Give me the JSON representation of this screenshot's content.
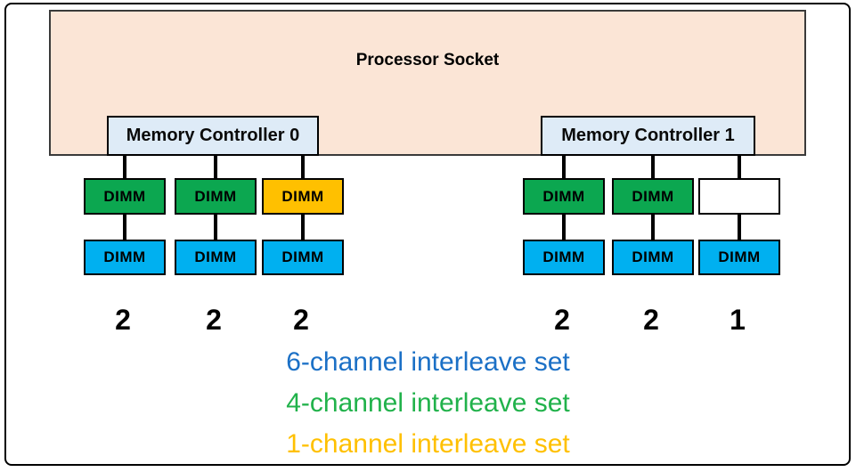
{
  "diagram": {
    "socket_label": "Processor Socket",
    "dimm_label": "DIMM",
    "controllers": [
      {
        "label": "Memory Controller 0"
      },
      {
        "label": "Memory Controller 1"
      }
    ],
    "groups": [
      {
        "controller": "Memory Controller 0",
        "channels": [
          {
            "top_dimm": "green",
            "bottom_dimm": "blue",
            "count": "2"
          },
          {
            "top_dimm": "green",
            "bottom_dimm": "blue",
            "count": "2"
          },
          {
            "top_dimm": "orange",
            "bottom_dimm": "blue",
            "count": "2"
          }
        ]
      },
      {
        "controller": "Memory Controller 1",
        "channels": [
          {
            "top_dimm": "green",
            "bottom_dimm": "blue",
            "count": "2"
          },
          {
            "top_dimm": "green",
            "bottom_dimm": "blue",
            "count": "2"
          },
          {
            "top_dimm": "empty",
            "bottom_dimm": "blue",
            "count": "1"
          }
        ]
      }
    ],
    "legend": [
      {
        "text": "6-channel interleave set",
        "color": "#1B70C6"
      },
      {
        "text": "4-channel interleave set",
        "color": "#21B24B"
      },
      {
        "text": "1-channel interleave set",
        "color": "#FFC000"
      }
    ],
    "colors": {
      "green": "#0CA750",
      "orange": "#FFC000",
      "blue": "#00B0F0",
      "empty": "#FFFFFF",
      "socket_fill": "#FBE5D6",
      "controller_fill": "#DEEBF7"
    }
  }
}
